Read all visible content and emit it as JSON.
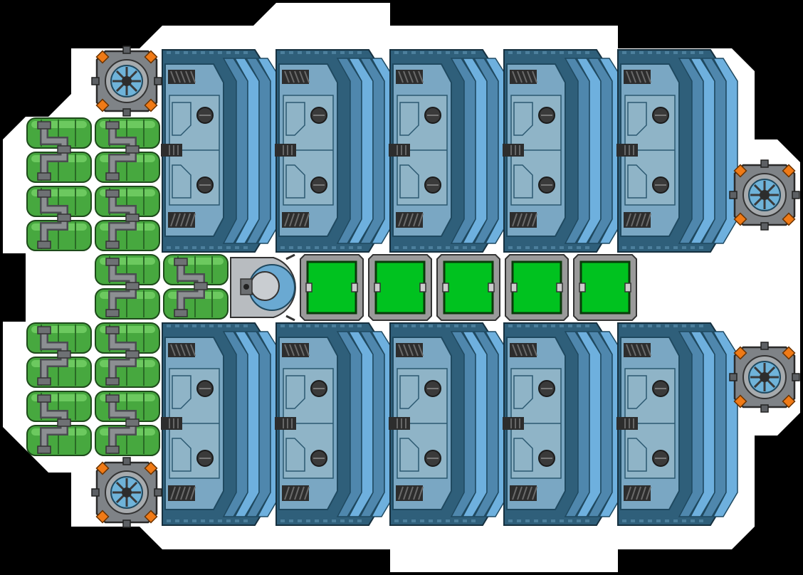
{
  "scene": "ship-blueprint",
  "colors": {
    "background": "#000000",
    "hull_outline": "#ffffff",
    "cargo_dark": "#2f5f7a",
    "cargo_mid": "#4f87ad",
    "cargo_light": "#7aa7c3",
    "cargo_stripe": "#6eb0de",
    "panel": "#8fb4c7",
    "tank_green": "#47a83f",
    "tank_green_light": "#6cc95f",
    "pipe_gray": "#8c8f92",
    "slot_green": "#00c21f",
    "slot_frame": "#9a9a9a",
    "accent_orange": "#f07a16"
  },
  "grid": {
    "container_rows": 2,
    "containers_per_row": 5,
    "reactor_slots": 5,
    "thrusters": 4,
    "fuel_tank_stacks": 3
  }
}
